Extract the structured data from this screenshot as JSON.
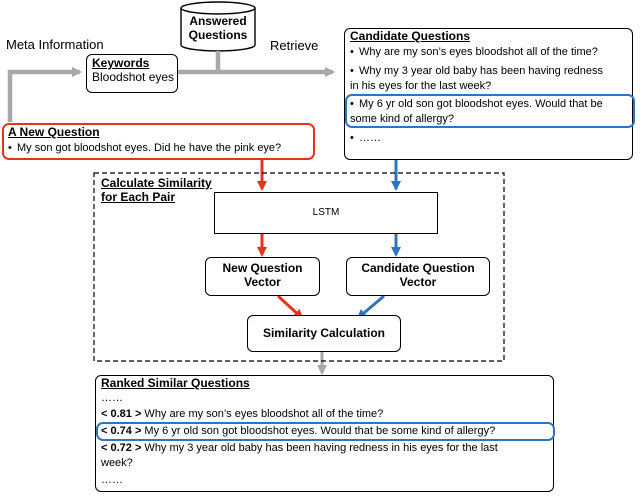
{
  "meta_information_label": "Meta Information",
  "retrieve_label": "Retrieve",
  "answered_questions_db": [
    "Answered",
    "Questions"
  ],
  "keywords": {
    "title": "Keywords",
    "value": "Bloodshot eyes"
  },
  "new_question": {
    "title": "A New Question",
    "bullet": "•",
    "text": "My son got bloodshot eyes. Did he have the pink eye?"
  },
  "candidate_questions": {
    "title": "Candidate Questions",
    "bullet": "•",
    "items": [
      [
        "Why are my son’s eyes bloodshot all of the time?"
      ],
      [
        "Why my 3 year old baby has been having redness",
        "in his eyes for the last week?"
      ],
      [
        "My 6 yr old son got bloodshot eyes. Would that be",
        "some kind of allergy?"
      ],
      [
        "……"
      ]
    ]
  },
  "similarity_section": {
    "title_lines": [
      "Calculate Similarity",
      "for Each Pair"
    ],
    "lstm_label": "LSTM",
    "new_question_vector": [
      "New Question",
      "Vector"
    ],
    "candidate_question_vector": [
      "Candidate Question",
      "Vector"
    ],
    "similarity_calculation": "Similarity Calculation"
  },
  "ranked": {
    "title": "Ranked Similar Questions",
    "lines": [
      {
        "score": "",
        "text": "……"
      },
      {
        "score": "< 0.81 >",
        "text": " Why are my son’s eyes bloodshot all of the time?"
      },
      {
        "score": "< 0.74 >",
        "text": " My 6 yr old son got bloodshot eyes. Would that be some kind of allergy?"
      },
      {
        "score": "< 0.72 >",
        "text": " Why my 3 year old baby has been having redness in his eyes for the last"
      },
      {
        "score": "",
        "text": "week?"
      },
      {
        "score": "",
        "text": "……"
      }
    ]
  },
  "colors": {
    "red": "#e8331c",
    "blue": "#2f74bf",
    "gray": "#a9a9a9",
    "black": "#000000"
  }
}
